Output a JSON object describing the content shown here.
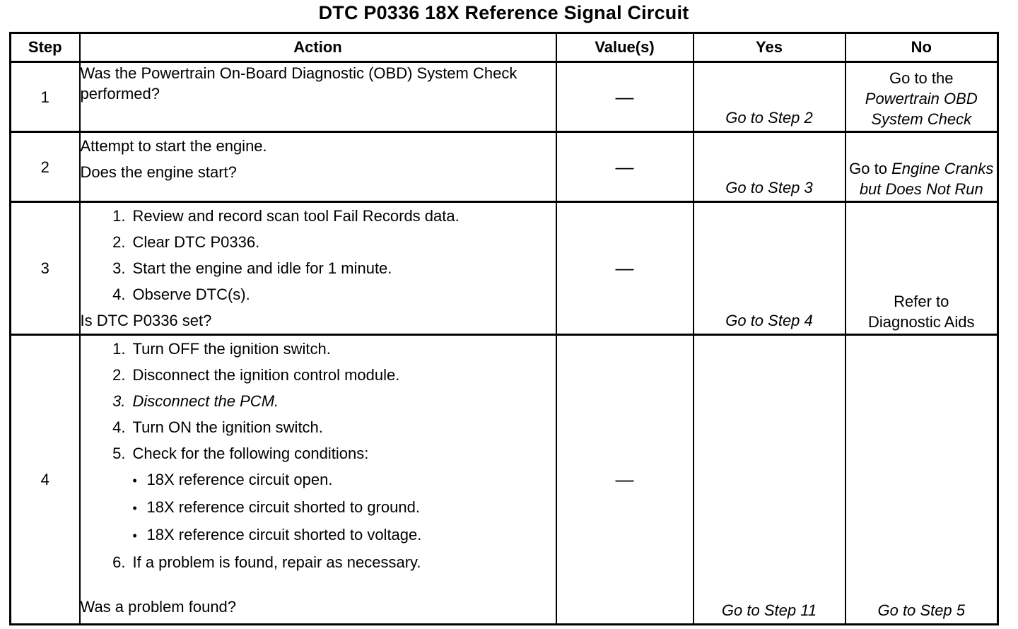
{
  "title": "DTC P0336 18X Reference Signal Circuit",
  "headers": {
    "step": "Step",
    "action": "Action",
    "values": "Value(s)",
    "yes": "Yes",
    "no": "No"
  },
  "rows": [
    {
      "step": "1",
      "action_text": "Was the Powertrain On-Board Diagnostic (OBD) System Check performed?",
      "value": "—",
      "yes": "Go to Step 2",
      "no_prefix": "Go to the",
      "no_italic": "Powertrain OBD System Check"
    },
    {
      "step": "2",
      "action_line1": "Attempt to start the engine.",
      "action_question": "Does the engine start?",
      "value": "—",
      "yes": "Go to Step 3",
      "no_prefix": "Go to",
      "no_italic": "Engine Cranks but Does Not Run"
    },
    {
      "step": "3",
      "items": [
        {
          "num": "1.",
          "text": "Review and record scan tool Fail Records data."
        },
        {
          "num": "2.",
          "text": "Clear DTC P0336."
        },
        {
          "num": "3.",
          "text": "Start the engine and idle for 1 minute."
        },
        {
          "num": "4.",
          "text": "Observe DTC(s)."
        }
      ],
      "question": "Is DTC P0336 set?",
      "value": "—",
      "yes": "Go to Step 4",
      "no": "Refer to Diagnostic Aids"
    },
    {
      "step": "4",
      "items": [
        {
          "num": "1.",
          "text": "Turn OFF the ignition switch."
        },
        {
          "num": "2.",
          "text": "Disconnect the ignition control module."
        },
        {
          "num": "3.",
          "text": "Disconnect the PCM."
        },
        {
          "num": "4.",
          "text": "Turn ON the ignition switch."
        },
        {
          "num": "5.",
          "text": "Check for the following conditions:"
        }
      ],
      "bullets": [
        "18X reference circuit open.",
        "18X reference circuit shorted to ground.",
        "18X reference circuit shorted to voltage."
      ],
      "item6": {
        "num": "6.",
        "text": "If a problem is found, repair as necessary."
      },
      "question": "Was a problem found?",
      "value": "—",
      "yes": "Go to Step 11",
      "no": "Go to Step 5"
    }
  ]
}
